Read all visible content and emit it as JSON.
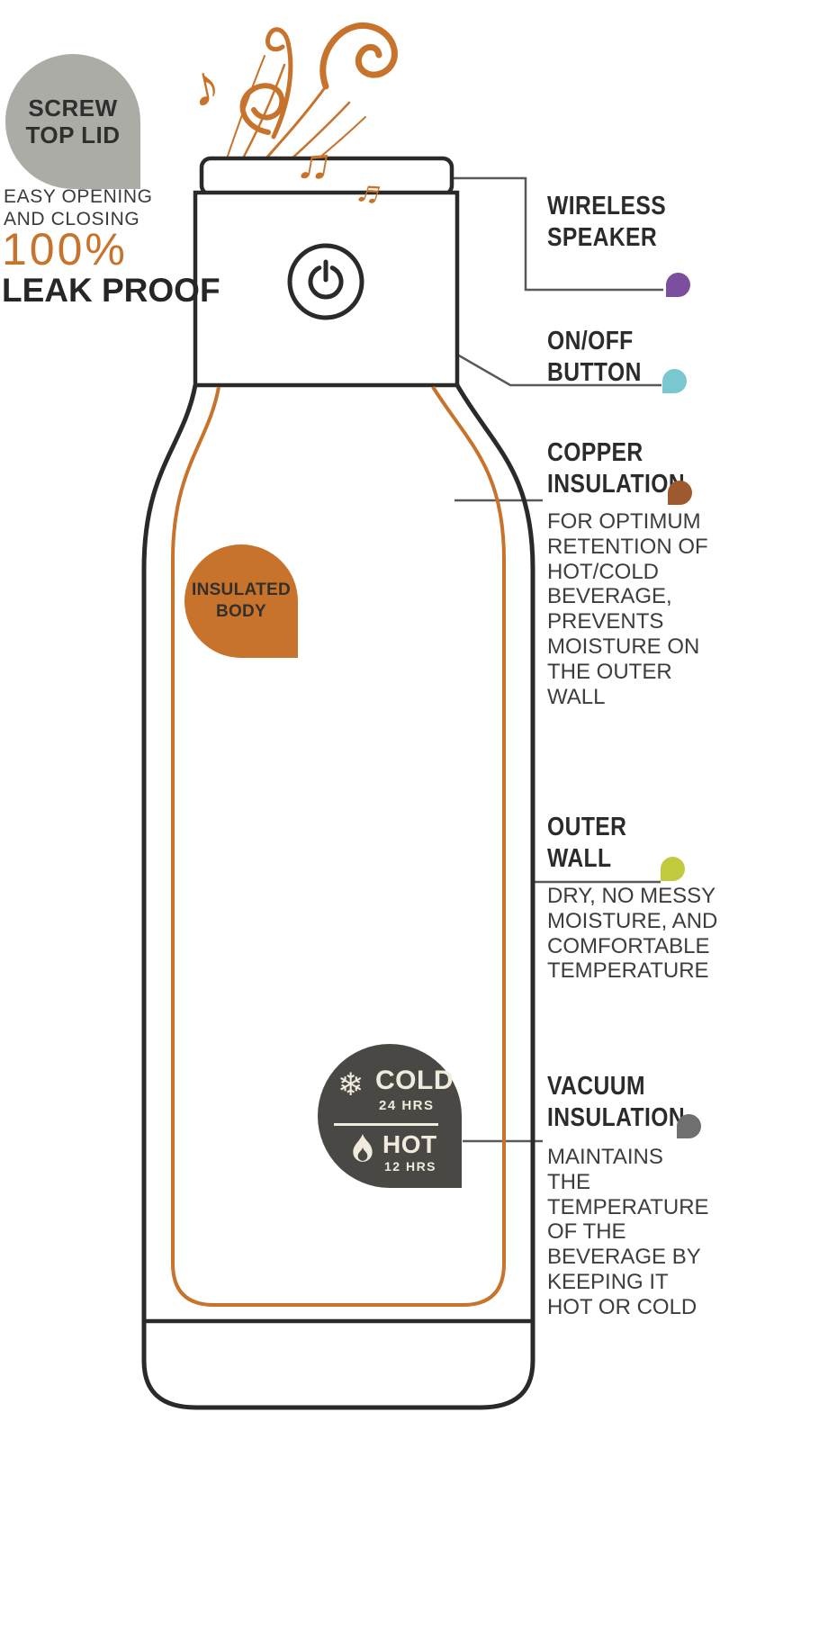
{
  "colors": {
    "orange": "#C8732B",
    "ink": "#2B2A28",
    "line": "#58595B",
    "badge-gray": "#ACACA7",
    "badge-dark": "#494844",
    "cream": "#F0EBDD",
    "dot-purple": "#7B4F9E",
    "dot-teal": "#79C7CF",
    "dot-copper": "#9E5A2E",
    "dot-green": "#C2CB3D",
    "dot-gray": "#6F6F6F",
    "text": "#3D3D3D"
  },
  "lid_callout": {
    "badge_title": "SCREW\nTOP LID",
    "subtitle": "EASY OPENING\nAND CLOSING",
    "percent": "100%",
    "claim": "LEAK PROOF"
  },
  "callouts": {
    "wireless_speaker": {
      "title": "WIRELESS\nSPEAKER"
    },
    "on_off_button": {
      "title": "ON/OFF\nBUTTON"
    },
    "copper_insulation": {
      "title": "COPPER\nINSULATION",
      "description": "FOR OPTIMUM RETENTION OF HOT/COLD BEVERAGE, PREVENTS MOISTURE ON THE OUTER WALL"
    },
    "outer_wall": {
      "title": "OUTER\nWALL",
      "description": "DRY, NO MESSY MOISTURE, AND COMFORTABLE TEMPERATURE"
    },
    "vacuum_insulation": {
      "title": "VACUUM\nINSULATION",
      "description": "MAINTAINS THE TEMPERATURE OF THE BEVERAGE BY KEEPING IT HOT OR COLD"
    }
  },
  "body_badge": {
    "label": "INSULATED\nBODY"
  },
  "temp_badge": {
    "cold_label": "COLD",
    "cold_duration": "24 HRS",
    "hot_label": "HOT",
    "hot_duration": "12 HRS"
  },
  "glyphs": {
    "snowflake": "❄",
    "note_single": "♪",
    "note_beamed": "♫",
    "note_double": "♬"
  }
}
